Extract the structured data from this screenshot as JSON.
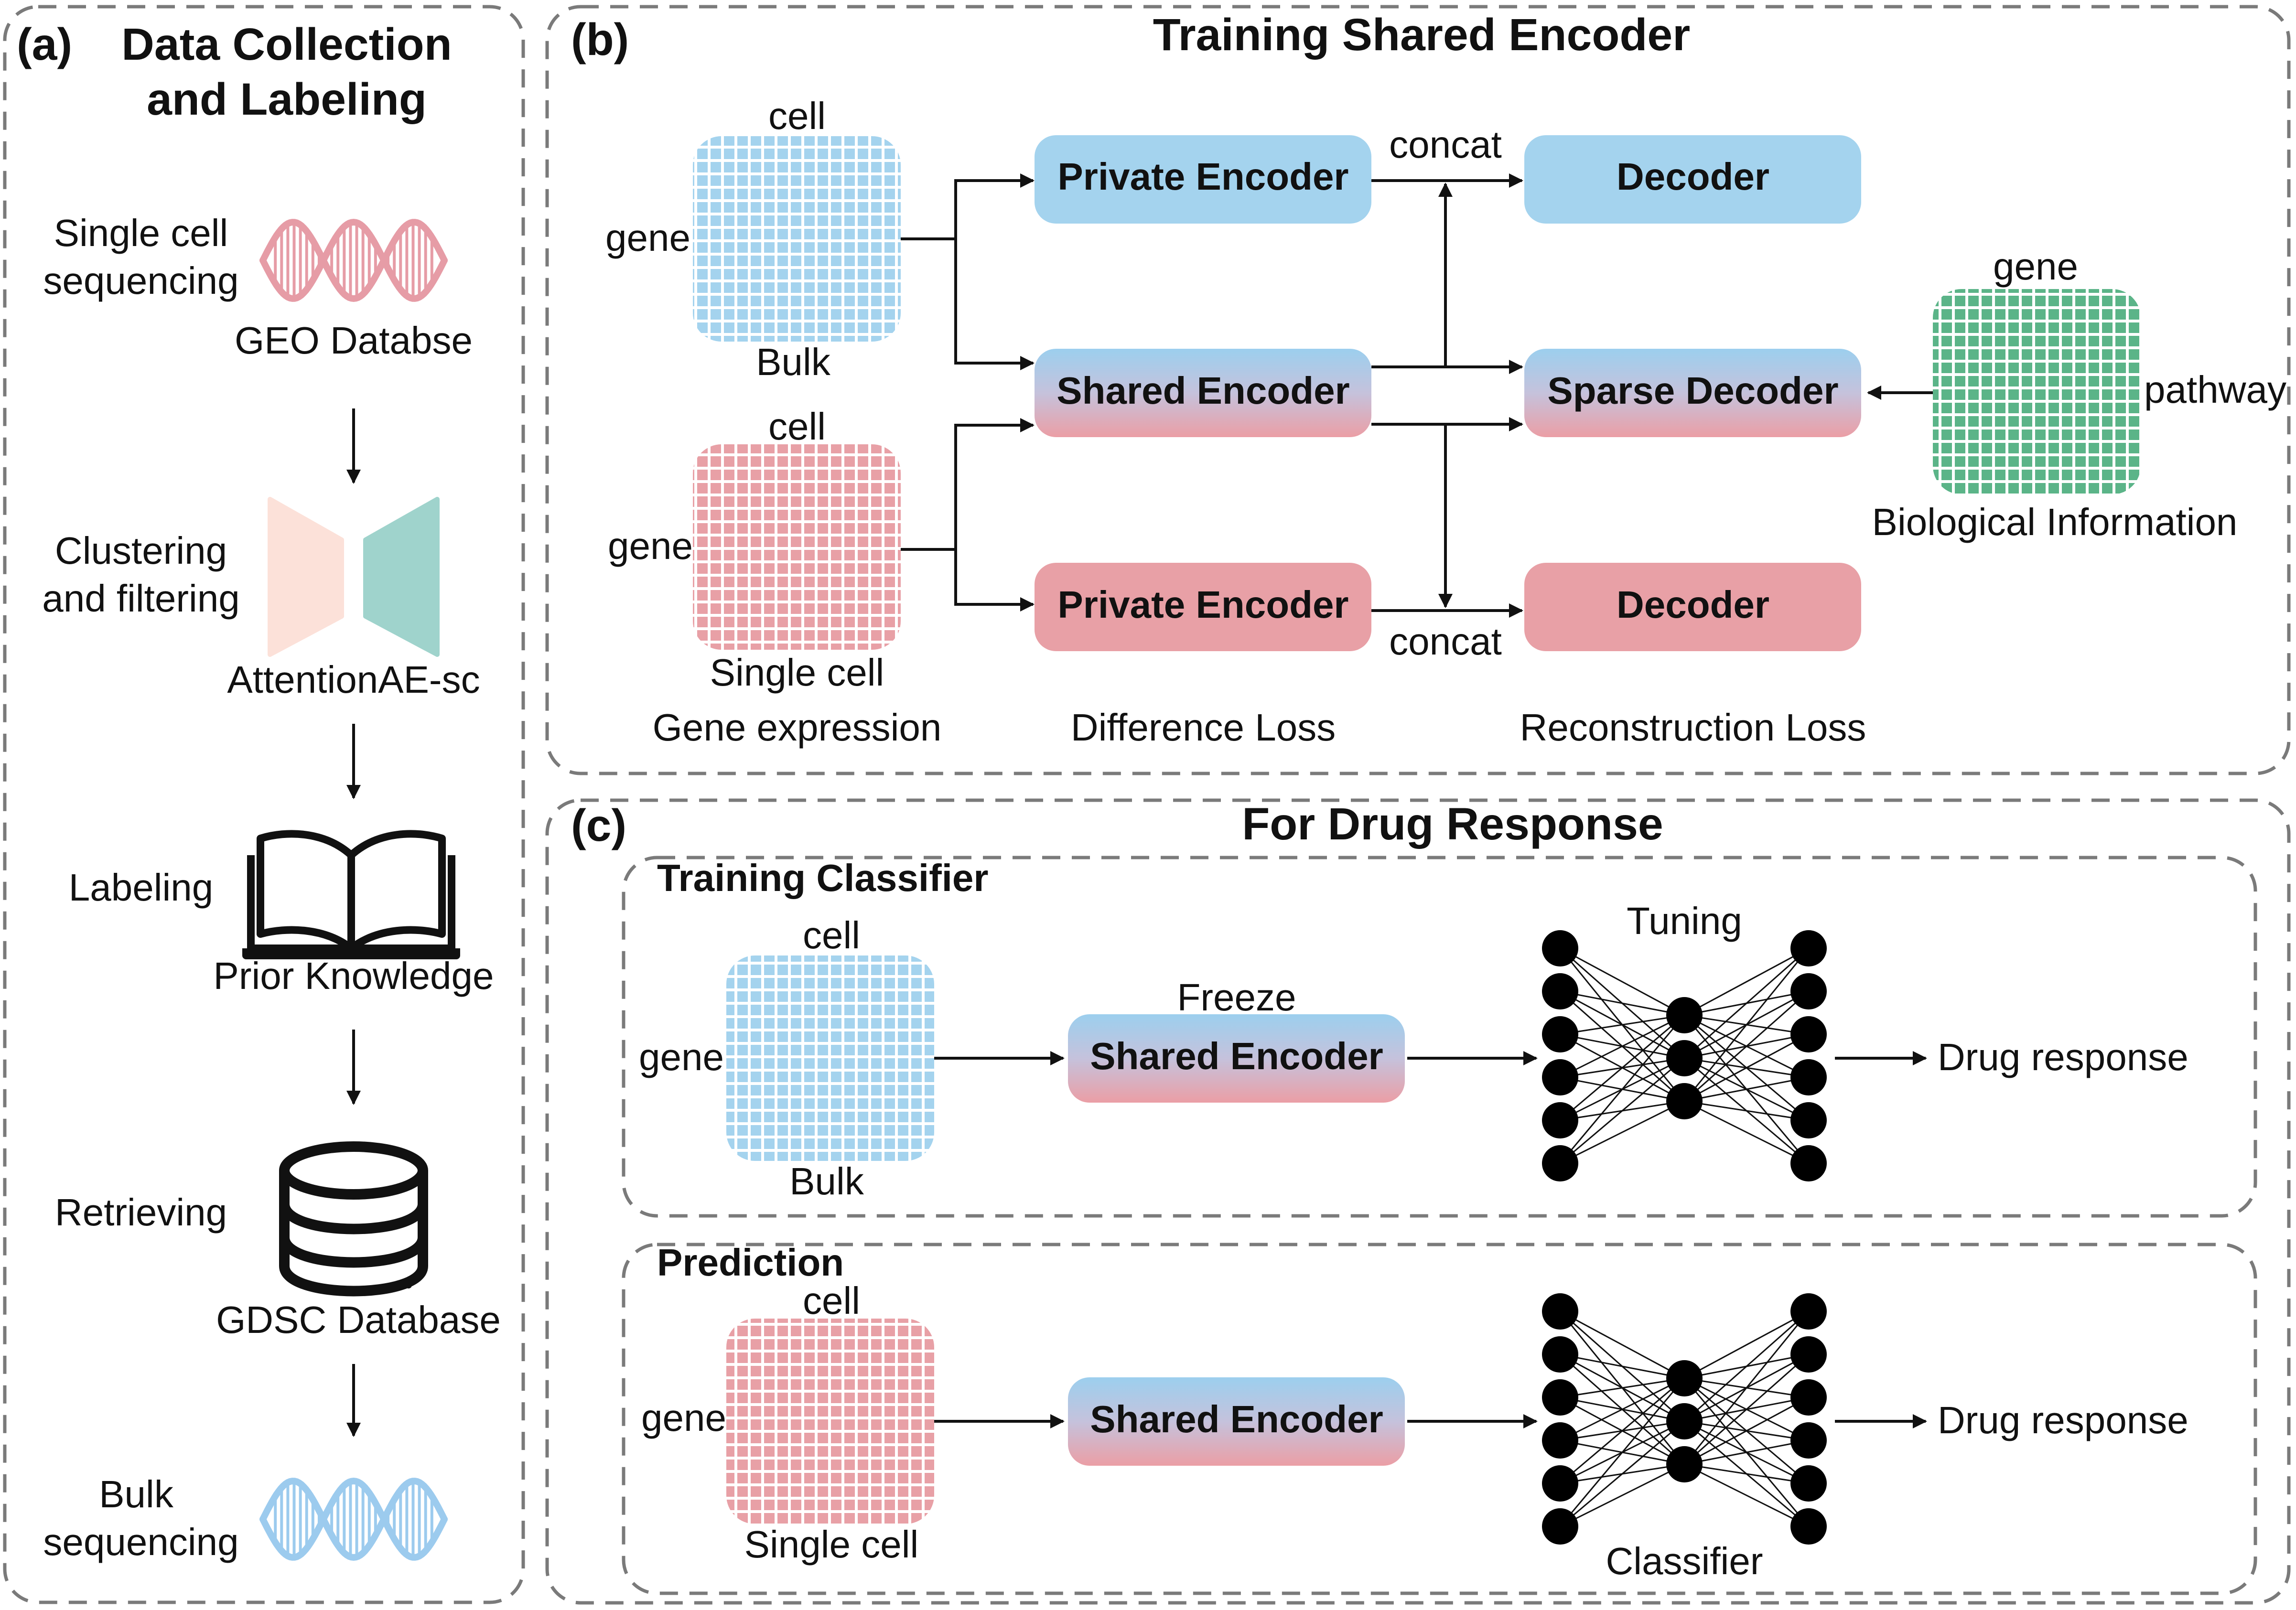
{
  "colors": {
    "bulk_blue": "#a4d3ee",
    "single_cell_red": "#e8a0a6",
    "pathway_green": "#5bb488",
    "dna_pink": "#e69ca6",
    "dna_blue": "#9ccbee",
    "cluster_peach": "#fce1d9",
    "cluster_teal": "#9fd3cc",
    "panel_border": "#7a7a7a"
  },
  "panel_a": {
    "tag": "(a)",
    "title_line1": "Data Collection",
    "title_line2": "and Labeling",
    "steps": [
      {
        "label_line1": "Single cell",
        "label_line2": "sequencing",
        "icon": "dna-pink-icon",
        "caption": "GEO Databse"
      },
      {
        "label_line1": "Clustering",
        "label_line2": "and filtering",
        "icon": "autoencoder-icon",
        "caption": "AttentionAE-sc"
      },
      {
        "label_line1": "Labeling",
        "label_line2": "",
        "icon": "book-icon",
        "caption": "Prior Knowledge"
      },
      {
        "label_line1": "Retrieving",
        "label_line2": "",
        "icon": "database-icon",
        "caption": "GDSC Database"
      },
      {
        "label_line1": "Bulk",
        "label_line2": "sequencing",
        "icon": "dna-blue-icon",
        "caption": ""
      }
    ]
  },
  "panel_b": {
    "tag": "(b)",
    "title": "Training Shared Encoder",
    "bulk_matrix": {
      "top": "cell",
      "left": "gene",
      "bottom": "Bulk"
    },
    "sc_matrix": {
      "top": "cell",
      "left": "gene",
      "bottom": "Single cell"
    },
    "bio_matrix": {
      "top": "gene",
      "right": "pathway",
      "bottom": "Biological Information"
    },
    "private_encoder_top": "Private Encoder",
    "shared_encoder": "Shared Encoder",
    "private_encoder_bottom": "Private Encoder",
    "decoder_top": "Decoder",
    "sparse_decoder": "Sparse Decoder",
    "decoder_bottom": "Decoder",
    "concat_top": "concat",
    "concat_bottom": "concat",
    "footer": [
      "Gene expression",
      "Difference Loss",
      "Reconstruction Loss"
    ]
  },
  "panel_c": {
    "tag": "(c)",
    "title": "For Drug Response",
    "training": {
      "title": "Training Classifier",
      "matrix": {
        "top": "cell",
        "left": "gene",
        "bottom": "Bulk"
      },
      "freeze": "Freeze",
      "encoder": "Shared Encoder",
      "tuning": "Tuning",
      "output": "Drug response"
    },
    "prediction": {
      "title": "Prediction",
      "matrix": {
        "top": "cell",
        "left": "gene",
        "bottom": "Single cell"
      },
      "encoder": "Shared Encoder",
      "classifier": "Classifier",
      "output": "Drug response"
    }
  }
}
